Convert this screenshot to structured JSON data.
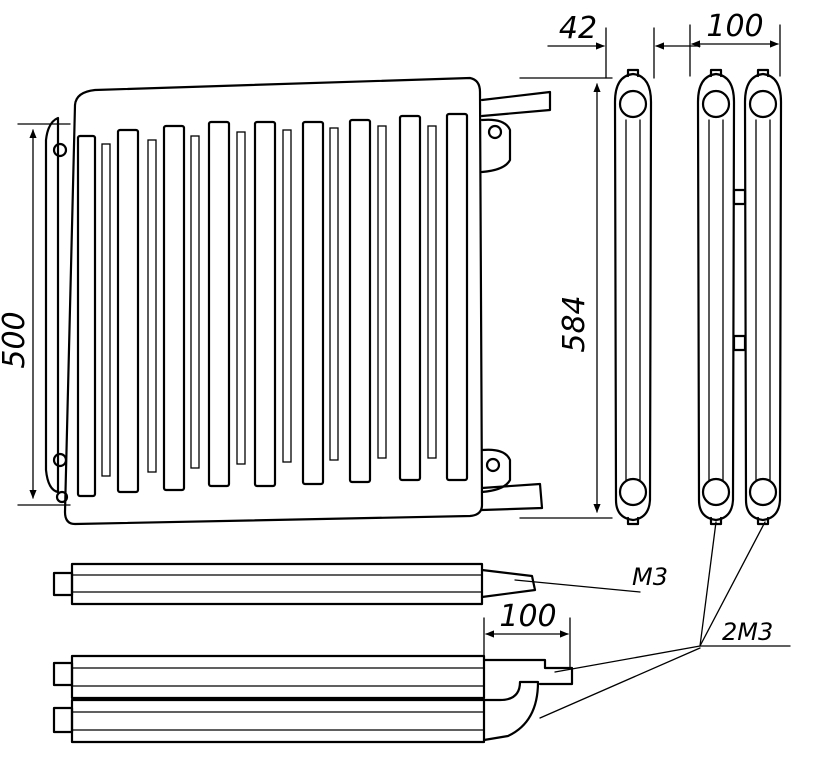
{
  "dimensions": {
    "height_front": "500",
    "height_side": "584",
    "width_single_section": "42",
    "width_double_section": "100",
    "pipe_offset": "100"
  },
  "callouts": {
    "single_pipe": "M3",
    "double_pipe": "2M3"
  }
}
